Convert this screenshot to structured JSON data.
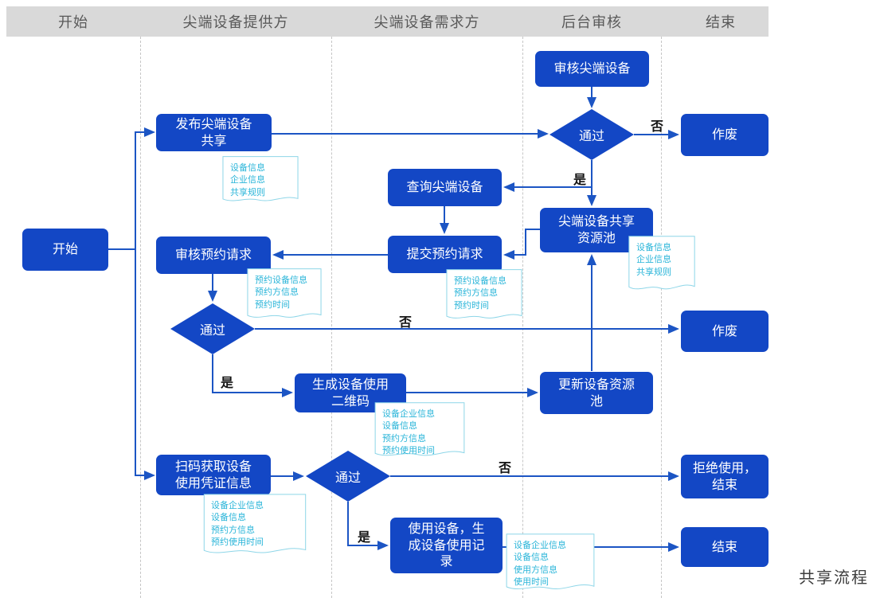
{
  "title": "共享流程",
  "lanes": [
    "开始",
    "尖端设备提供方",
    "尖端设备需求方",
    "后台审核",
    "结束"
  ],
  "nodes": {
    "start": "开始",
    "publish": "发布尖端设备\n共享",
    "review_equipment": "审核尖端设备",
    "pass1": "通过",
    "void1": "作废",
    "query": "查询尖端设备",
    "submit": "提交预约请求",
    "review_reservation": "审核预约请求",
    "pool": "尖端设备共享\n资源池",
    "pass2": "通过",
    "void2": "作废",
    "generate_qr": "生成设备使用\n二维码",
    "update_pool": "更新设备资源\n池",
    "scan": "扫码获取设备\n使用凭证信息",
    "pass3": "通过",
    "refuse": "拒绝使用，\n结束",
    "use": "使用设备，生\n成设备使用记\n录",
    "end": "结束"
  },
  "docs": {
    "publish_doc": "设备信息\n企业信息\n共享规则",
    "pool_doc": "设备信息\n企业信息\n共享规则",
    "reservation_doc": "预约设备信息\n预约方信息\n预约时间",
    "submit_doc": "预约设备信息\n预约方信息\n预约时间",
    "qr_doc": "设备企业信息\n设备信息\n预约方信息\n预约使用时间",
    "scan_doc": "设备企业信息\n设备信息\n预约方信息\n预约使用时间",
    "use_doc": "设备企业信息\n设备信息\n使用方信息\n使用时间"
  },
  "edge_labels": {
    "pass1_no": "否",
    "pass1_yes": "是",
    "pass2_no": "否",
    "pass2_yes": "是",
    "pass3_no": "否",
    "pass3_yes": "是"
  },
  "colors": {
    "node_blue": "#1347c5",
    "arrow_blue": "#1c55c4",
    "doc_border": "#8ed6e8",
    "doc_text": "#2ab5d9",
    "header_bg": "#d9d9d9",
    "header_text": "#595959"
  }
}
